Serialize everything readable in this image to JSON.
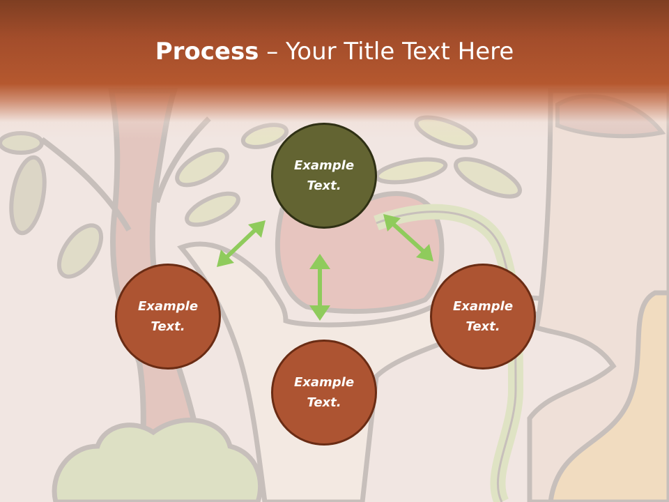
{
  "title": {
    "bold": "Process",
    "rest": " – Your Title Text Here"
  },
  "nodes": {
    "top": "Example Text.",
    "left": "Example Text.",
    "right": "Example Text.",
    "bottom": "Example Text."
  },
  "colors": {
    "header": "#a34d2b",
    "node_top": "#636432",
    "node_rust": "#ad5432",
    "arrow": "#8fcb5c"
  }
}
